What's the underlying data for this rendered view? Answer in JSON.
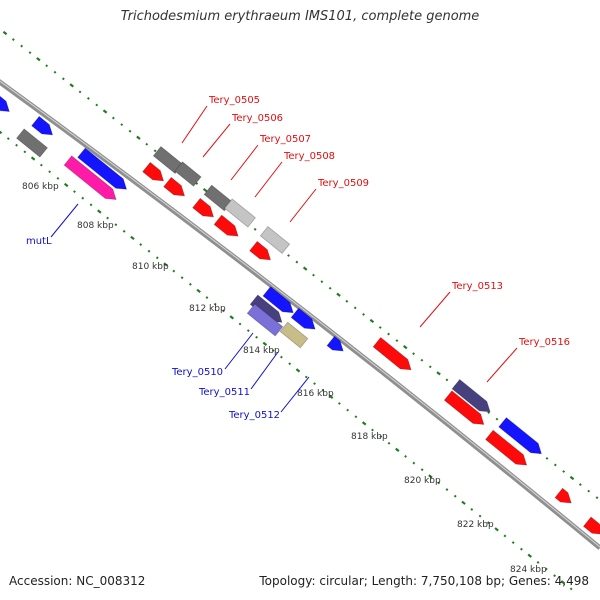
{
  "title": "Trichodesmium erythraeum IMS101, complete genome",
  "accession": "Accession: NC_008312",
  "summary": "Topology: circular; Length: 7,750,108 bp; Genes: 4,498",
  "colors": {
    "backbone": "#8f8f8f",
    "ticks": "#1f7d1f",
    "tick_labels": "#333333",
    "label_red": "#e01010",
    "label_blue": "#1010c8",
    "feature_red": "#ff0a0a",
    "feature_blue": "#1414ff",
    "feature_gray": "#707070",
    "feature_lightgray": "#c4c4c4",
    "feature_pink": "#ff1aa8",
    "feature_navy": "#46407e",
    "feature_violet": "#7b6fd8",
    "feature_tan": "#c7bd88"
  },
  "kbp_labels": [
    "806 kbp",
    "808 kbp",
    "810 kbp",
    "812 kbp",
    "814 kbp",
    "816 kbp",
    "818 kbp",
    "820 kbp",
    "822 kbp",
    "824 kbp"
  ],
  "gene_labels": [
    {
      "text": "Tery_0505",
      "color": "red"
    },
    {
      "text": "Tery_0506",
      "color": "red"
    },
    {
      "text": "Tery_0507",
      "color": "red"
    },
    {
      "text": "Tery_0508",
      "color": "red"
    },
    {
      "text": "Tery_0509",
      "color": "red"
    },
    {
      "text": "Tery_0513",
      "color": "red"
    },
    {
      "text": "Tery_0516",
      "color": "red"
    },
    {
      "text": "mutL",
      "color": "blue"
    },
    {
      "text": "Tery_0510",
      "color": "blue"
    },
    {
      "text": "Tery_0511",
      "color": "blue"
    },
    {
      "text": "Tery_0512",
      "color": "blue"
    }
  ]
}
